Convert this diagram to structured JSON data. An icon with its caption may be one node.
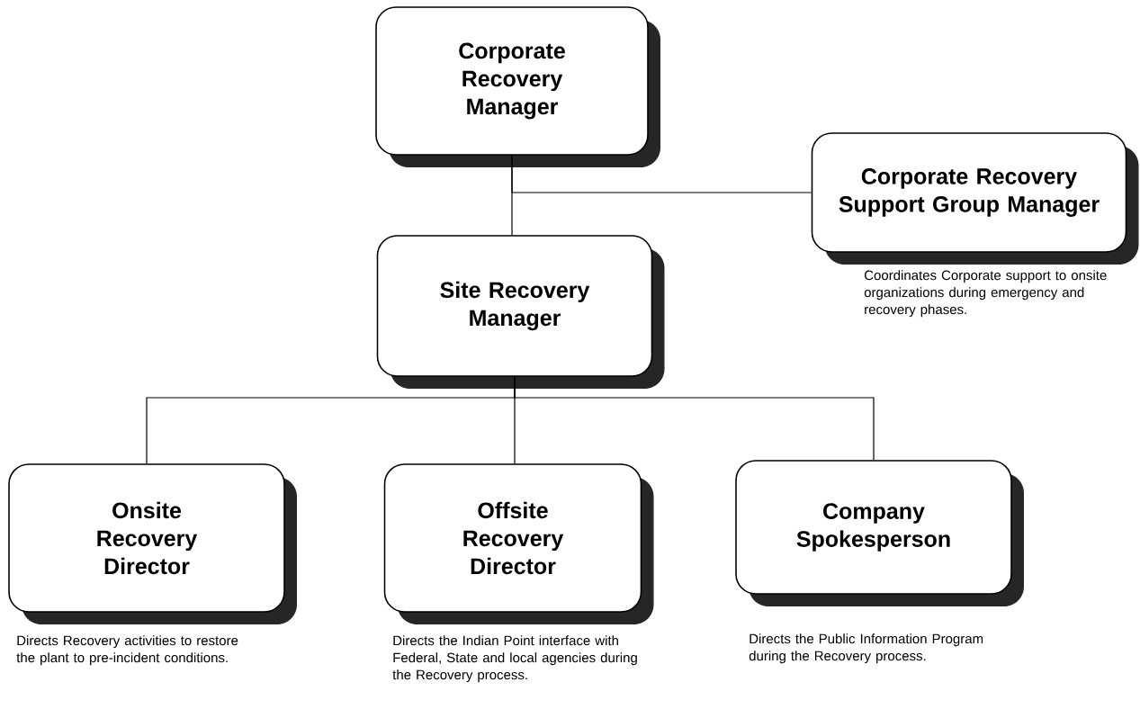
{
  "diagram": {
    "nodes": [
      {
        "text": [
          "Corporate Recovery Manager"
        ]
      },
      {
        "text": [
          "Corporate Recovery Support Group Manager"
        ],
        "beside": [
          "Coordinates Corporate support to onsite organizations during emergency and recovery phases."
        ]
      },
      {
        "text": [
          "Site Recovery Manager"
        ]
      },
      {
        "text": [
          "Onsite Recovery Director"
        ],
        "beside": [
          "Directs Recovery activities to restore the plant to pre-incident conditions."
        ]
      },
      {
        "text": [
          "Offsite Recovery Director"
        ],
        "beside": [
          "Directs the Indian Point interface with Federal, State and local agencies during the Recovery process."
        ]
      },
      {
        "text": [
          "Company Spokesperson"
        ],
        "beside": [
          "Directs the Public Information Program during the Recovery process."
        ]
      }
    ],
    "edges": [
      {
        "from": 0,
        "to": 2,
        "arrow": "none"
      },
      {
        "from": 0,
        "to": 1,
        "arrow": "none"
      },
      {
        "from": 2,
        "to": 3,
        "arrow": "none"
      },
      {
        "from": 2,
        "to": 4,
        "arrow": "none"
      },
      {
        "from": 2,
        "to": 5,
        "arrow": "none"
      }
    ]
  }
}
